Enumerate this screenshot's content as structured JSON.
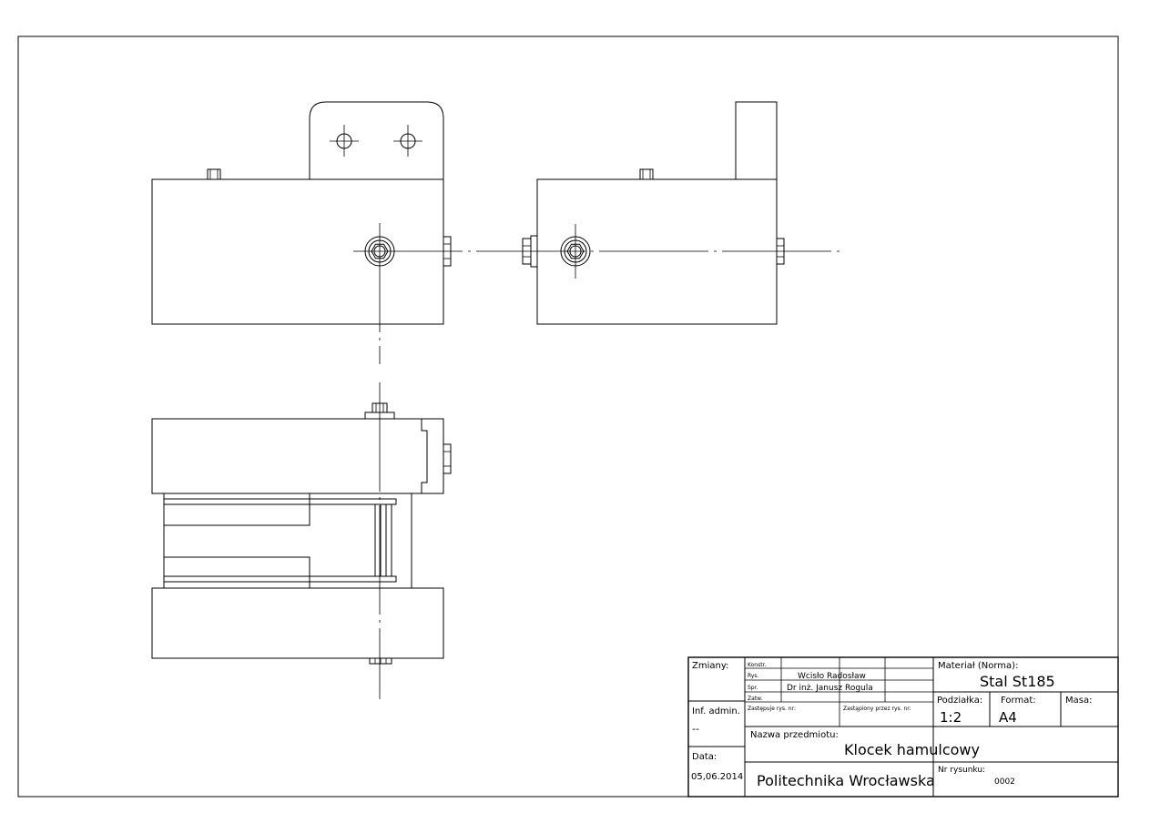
{
  "title_block": {
    "zmiany_label": "Zmiany:",
    "inf_admin_label": "Inf. admin.",
    "inf_admin_value": "--",
    "data_label": "Data:",
    "data_value": "05,06.2014",
    "konstr_label": "Konstr.",
    "rys_label": "Rys.",
    "spr_label": "Spr.",
    "zatw_label": "Zatw.",
    "rys_name": "Wcisło Radosław",
    "spr_name": "Dr inż. Janusz Rogula",
    "zastepuje_label": "Zastępuje rys. nr:",
    "zastapiony_label": "Zastąpiony przez rys. nr:",
    "material_label": "Materiał (Norma):",
    "material_value": "Stal St185",
    "podzialka_label": "Podziałka:",
    "podzialka_value": "1:2",
    "format_label": "Format:",
    "format_value": "A4",
    "masa_label": "Masa:",
    "nazwa_label": "Nazwa przedmiotu:",
    "nazwa_value": "Klocek hamulcowy",
    "uczelnia": "Politechnika Wrocławska",
    "nr_rysunku_label": "Nr rysunku:",
    "nr_rysunku_value": "0002"
  }
}
